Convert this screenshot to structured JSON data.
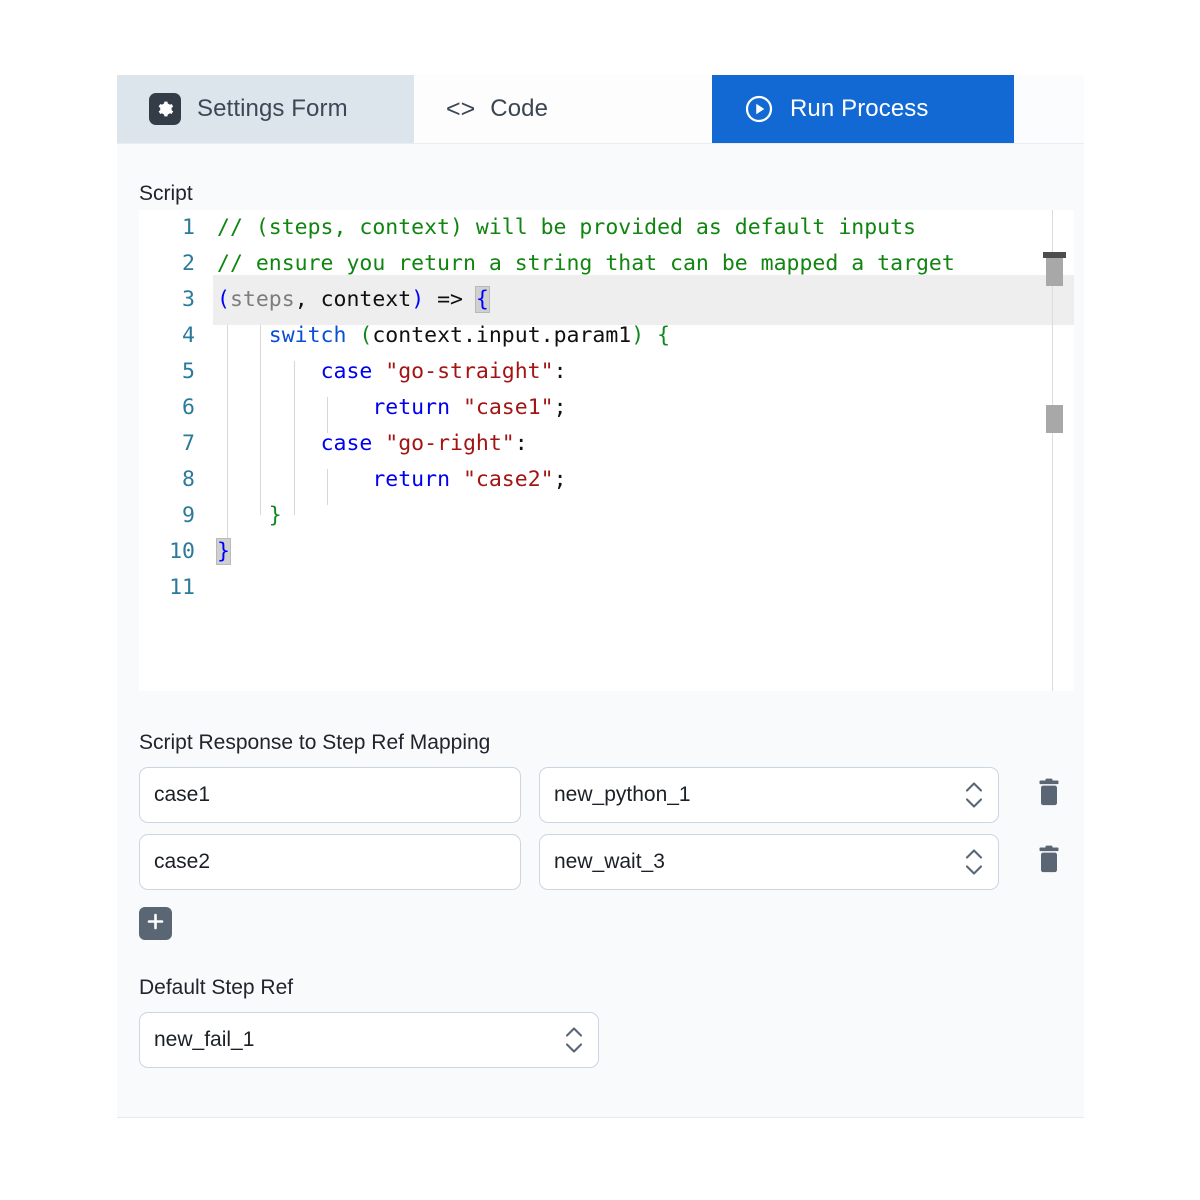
{
  "tabs": [
    {
      "id": "settings-form",
      "label": "Settings Form",
      "icon": "gear-icon",
      "active": false,
      "style": "light"
    },
    {
      "id": "code",
      "label": "Code",
      "icon": "code-brackets-icon",
      "active": false,
      "style": "plain"
    },
    {
      "id": "run-process",
      "label": "Run Process",
      "icon": "play-circle-icon",
      "active": true,
      "style": "primary"
    }
  ],
  "script": {
    "label": "Script",
    "line_count": 11,
    "lines": [
      {
        "n": "1",
        "text": "// (steps, context) will be provided as default inputs"
      },
      {
        "n": "2",
        "text": "// ensure you return a string that can be mapped a target"
      },
      {
        "n": "3",
        "text": "(steps, context) => {"
      },
      {
        "n": "4",
        "text": "    switch (context.input.param1) {"
      },
      {
        "n": "5",
        "text": "        case \"go-straight\":"
      },
      {
        "n": "6",
        "text": "            return \"case1\";"
      },
      {
        "n": "7",
        "text": "        case \"go-right\":"
      },
      {
        "n": "8",
        "text": "            return \"case2\";"
      },
      {
        "n": "9",
        "text": "    }"
      },
      {
        "n": "10",
        "text": "}"
      },
      {
        "n": "11",
        "text": ""
      }
    ]
  },
  "mapping": {
    "label": "Script Response to Step Ref Mapping",
    "rows": [
      {
        "key": "case1",
        "step_ref": "new_python_1",
        "delete_label": "trash-icon"
      },
      {
        "key": "case2",
        "step_ref": "new_wait_3",
        "delete_label": "trash-icon"
      }
    ],
    "add_label": "+",
    "key_placeholder": "",
    "add_icon": "plus-icon"
  },
  "default_step_ref": {
    "label": "Default Step Ref",
    "value": "new_fail_1"
  },
  "colors": {
    "accent": "#1269d3",
    "tab_active_bg": "#dde5ec",
    "panel_bg": "#f8fafc",
    "editor_bg": "#ffffff",
    "icon_chip": "#333c47",
    "button_gray": "#5b6675",
    "comment_green": "#108510",
    "keyword_blue": "#0000f0",
    "string_red": "#a31515",
    "linenumber_teal": "#2b7a9b",
    "input_border": "#ccd6e0"
  }
}
